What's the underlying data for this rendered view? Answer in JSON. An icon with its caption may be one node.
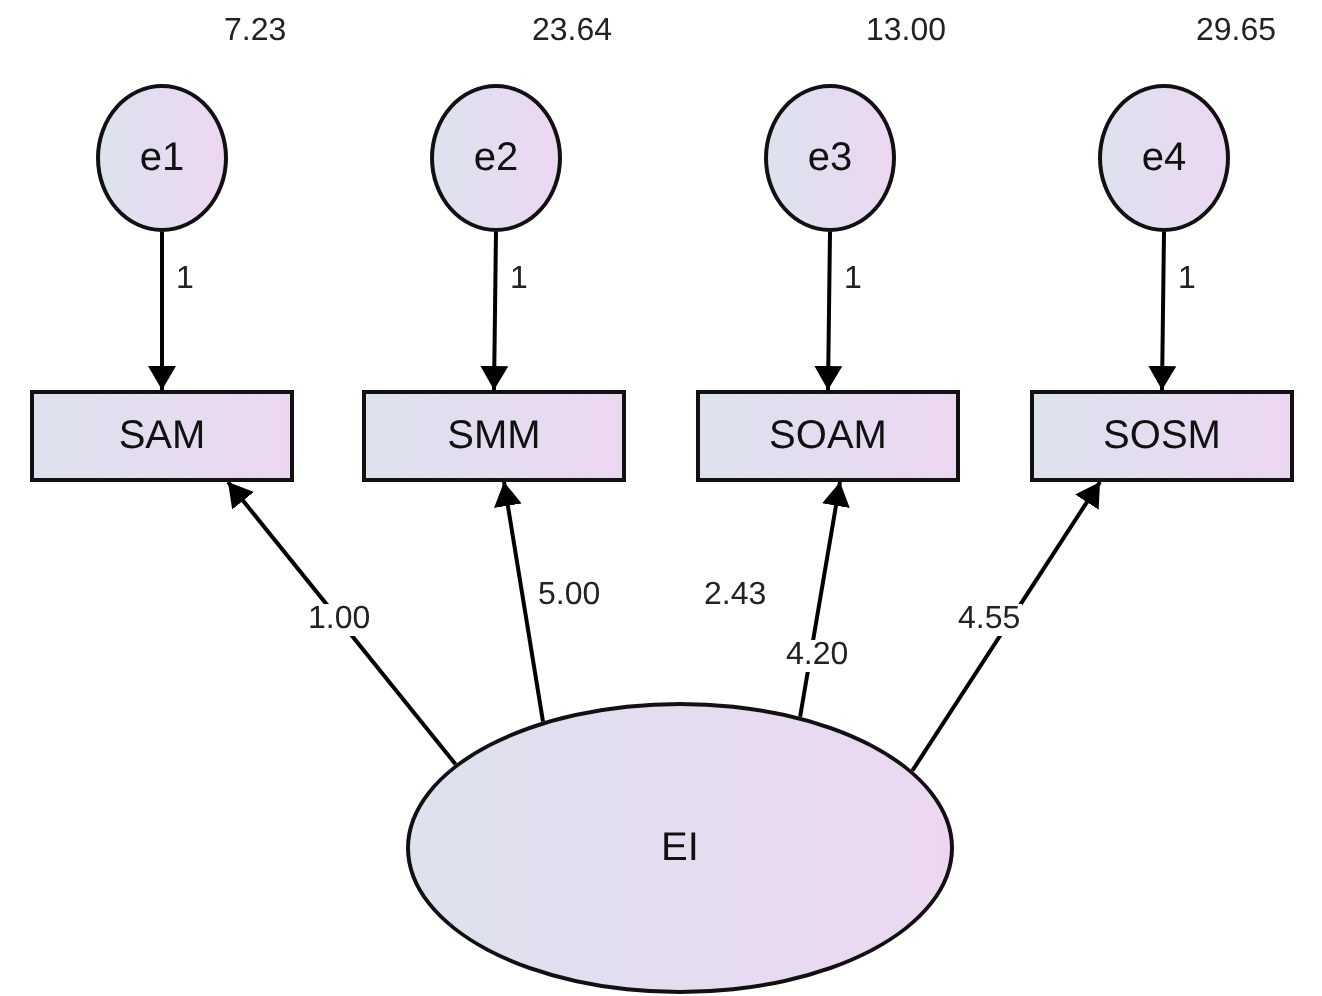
{
  "diagram": {
    "nodes": [
      {
        "text": [
          "e1"
        ],
        "beside": [
          "7.23"
        ]
      },
      {
        "text": [
          "e2"
        ],
        "beside": [
          "23.64"
        ]
      },
      {
        "text": [
          "e3"
        ],
        "beside": [
          "13.00"
        ]
      },
      {
        "text": [
          "e4"
        ],
        "beside": [
          "29.65"
        ]
      },
      {
        "text": [
          "SAM"
        ]
      },
      {
        "text": [
          "SMM"
        ]
      },
      {
        "text": [
          "SOAM"
        ]
      },
      {
        "text": [
          "SOSM"
        ]
      },
      {
        "text": [
          "EI"
        ]
      }
    ],
    "edges": [
      {
        "from": 0,
        "to": 4,
        "arrow": "to",
        "label": "1"
      },
      {
        "from": 1,
        "to": 5,
        "arrow": "to",
        "label": "1"
      },
      {
        "from": 2,
        "to": 6,
        "arrow": "to",
        "label": "1"
      },
      {
        "from": 3,
        "to": 7,
        "arrow": "to",
        "label": "1"
      },
      {
        "from": 8,
        "to": 4,
        "arrow": "to",
        "label": "1.00"
      },
      {
        "from": 8,
        "to": 5,
        "arrow": "to",
        "label": "5.00"
      },
      {
        "from": 8,
        "to": 6,
        "arrow": "to",
        "label": "4.20"
      },
      {
        "from": 8,
        "to": 7,
        "arrow": "to",
        "label": "4.55"
      }
    ],
    "labels": [
      "2.43"
    ]
  }
}
